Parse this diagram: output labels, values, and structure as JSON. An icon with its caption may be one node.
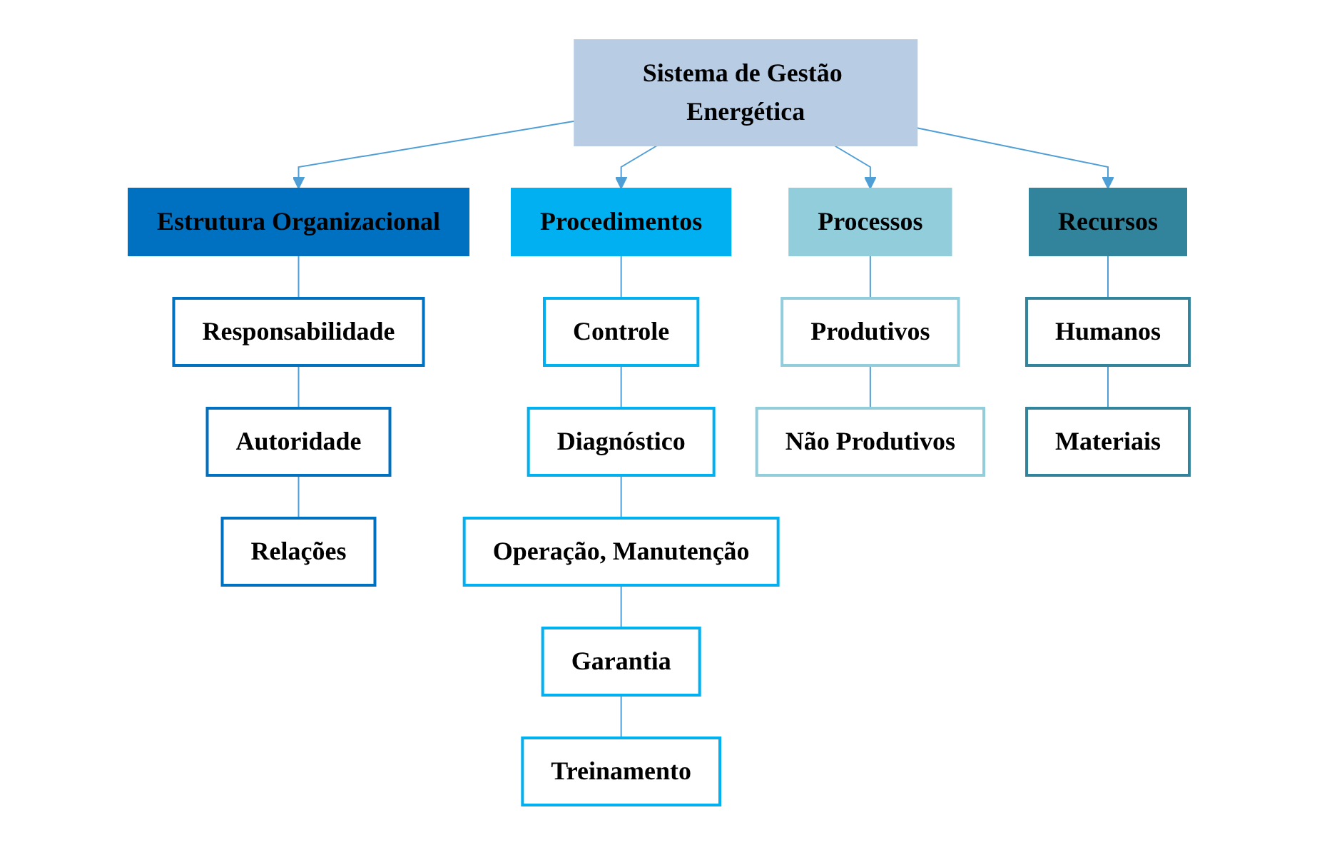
{
  "diagram": {
    "nodes": [
      {
        "text": [
          "Sistema de Gestão Energética"
        ]
      },
      {
        "text": [
          "Estrutura Organizacional"
        ]
      },
      {
        "text": [
          "Responsabilidade"
        ]
      },
      {
        "text": [
          "Autoridade"
        ]
      },
      {
        "text": [
          "Relações"
        ]
      },
      {
        "text": [
          "Procedimentos"
        ]
      },
      {
        "text": [
          "Controle"
        ]
      },
      {
        "text": [
          "Diagnóstico"
        ]
      },
      {
        "text": [
          "Operação, Manutenção"
        ]
      },
      {
        "text": [
          "Garantia"
        ]
      },
      {
        "text": [
          "Treinamento"
        ]
      },
      {
        "text": [
          "Processos"
        ]
      },
      {
        "text": [
          "Produtivos"
        ]
      },
      {
        "text": [
          "Não Produtivos"
        ]
      },
      {
        "text": [
          "Recursos"
        ]
      },
      {
        "text": [
          "Humanos"
        ]
      },
      {
        "text": [
          "Materiais"
        ]
      }
    ],
    "edges": [
      {
        "from": 0,
        "to": 1,
        "arrow": "to"
      },
      {
        "from": 0,
        "to": 5,
        "arrow": "to"
      },
      {
        "from": 0,
        "to": 11,
        "arrow": "to"
      },
      {
        "from": 0,
        "to": 14,
        "arrow": "to"
      },
      {
        "from": 1,
        "to": 2,
        "arrow": "none"
      },
      {
        "from": 2,
        "to": 3,
        "arrow": "none"
      },
      {
        "from": 3,
        "to": 4,
        "arrow": "none"
      },
      {
        "from": 5,
        "to": 6,
        "arrow": "none"
      },
      {
        "from": 6,
        "to": 7,
        "arrow": "none"
      },
      {
        "from": 7,
        "to": 8,
        "arrow": "none"
      },
      {
        "from": 8,
        "to": 9,
        "arrow": "none"
      },
      {
        "from": 9,
        "to": 10,
        "arrow": "none"
      },
      {
        "from": 11,
        "to": 12,
        "arrow": "none"
      },
      {
        "from": 12,
        "to": 13,
        "arrow": "none"
      },
      {
        "from": 14,
        "to": 15,
        "arrow": "none"
      },
      {
        "from": 15,
        "to": 16,
        "arrow": "none"
      }
    ]
  }
}
